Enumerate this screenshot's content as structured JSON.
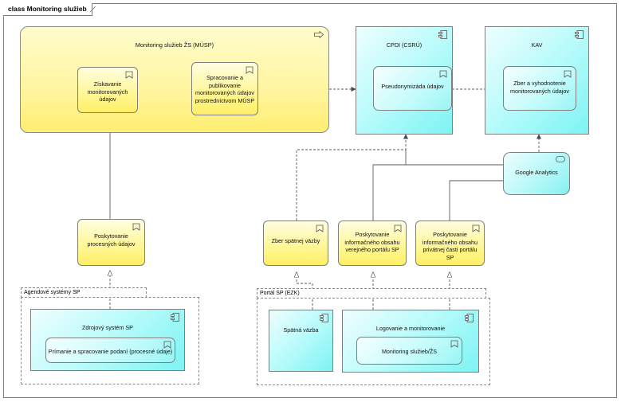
{
  "frame_title": "class Monitoring služieb",
  "elements": {
    "musp": "Monitoring služieb ŽS (MÚSP)",
    "ziskavanie": "Získavanie monitorovaných údajov",
    "spracovanie": "Spracovanie a publikovanie monitorovaných údajov prostredníctvom MÚSP",
    "cpdi": "CPDI (CSRÚ)",
    "pseudo": "Pseudonymizáda údajov",
    "kav": "KAV",
    "zber_vyhod": "Zber a vyhodnotenie monitorovaných údajov",
    "google": "Google Analytics",
    "poskyt_proc": "Poskytovanie procesných údajov",
    "zber_spat": "Zber spätnej väzby",
    "poskyt_verej": "Poskytovanie informačného obsahu verejného portálu SP",
    "poskyt_priv": "Poskytovanie informačného obsahu privátnej časti portálu SP",
    "agendove": "Agendové systémy SP",
    "zdrojovy": "Zdrojový systém SP",
    "primanie": "Prímanie a spracovanie podaní (procesné údaje)",
    "portal": "Portál SP (EZK)",
    "spatna": "Spätná väzba",
    "logovanie": "Logovanie a monitorovanie",
    "monit_zs": "Monitoring služieb/ŽS"
  },
  "colors": {
    "yellow": "#fff79a",
    "cyan": "#b8fbfb",
    "line": "#5a5a5a",
    "arrow": "#3f4a5c"
  },
  "icons": [
    "service-icon",
    "component-icon",
    "interface-icon",
    "process-arrow-icon"
  ]
}
